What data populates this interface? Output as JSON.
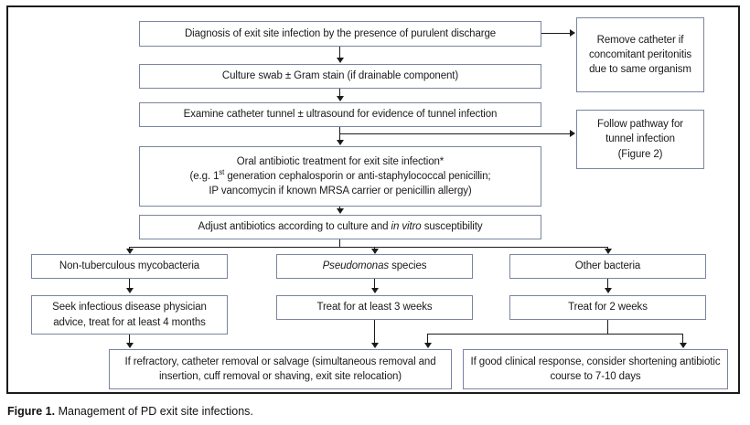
{
  "figure": {
    "caption_label": "Figure 1.",
    "caption_text": "Management of PD exit site infections."
  },
  "colors": {
    "node_border": "#7b84a0",
    "connector": "#1b1b1b",
    "frame": "#1b1b1b",
    "background": "#ffffff",
    "text": "#1a1a1a"
  },
  "nodes": {
    "diagnosis": "Diagnosis of exit site infection by the presence of purulent discharge",
    "culture_swab": "Culture swab ± Gram stain (if drainable component)",
    "examine_tunnel": "Examine catheter tunnel ± ultrasound for evidence of tunnel infection",
    "oral_antibiotic_line1": "Oral antibiotic treatment for exit site infection*",
    "oral_antibiotic_line2_pre": "(e.g. 1",
    "oral_antibiotic_line2_sup": "st",
    "oral_antibiotic_line2_post": " generation cephalosporin or anti-staphylococcal penicillin;",
    "oral_antibiotic_line3": "IP vancomycin if known MRSA carrier or penicillin allergy)",
    "adjust_antibiotics_pre": "Adjust antibiotics according to culture and ",
    "adjust_antibiotics_italic": "in vitro",
    "adjust_antibiotics_post": " susceptibility",
    "remove_catheter": "Remove catheter if concomitant peritonitis due to same organism",
    "follow_pathway_line1": "Follow pathway for",
    "follow_pathway_line2": "tunnel infection",
    "follow_pathway_line3": "(Figure 2)",
    "ntm": "Non-tuberculous mycobacteria",
    "ntm_treatment": "Seek infectious disease physician advice, treat for at least 4 months",
    "pseudomonas_italic": "Pseudomonas",
    "pseudomonas_post": " species",
    "pseudomonas_treatment": "Treat for at least 3 weeks",
    "other_bacteria": "Other bacteria",
    "other_treatment": "Treat for 2 weeks",
    "refractory": "If refractory, catheter removal or salvage (simultaneous removal and insertion, cuff removal or shaving, exit site relocation)",
    "good_response": "If good clinical response, consider shortening antibiotic course to 7-10 days"
  },
  "chart_data": {
    "type": "flowchart",
    "title": "Management of PD exit site infections",
    "orientation": "top-to-bottom",
    "node_list": [
      {
        "id": "diagnosis",
        "label": "Diagnosis of exit site infection by the presence of purulent discharge",
        "column": "main",
        "row": 1
      },
      {
        "id": "remove_catheter",
        "label": "Remove catheter if concomitant peritonitis due to same organism",
        "column": "right",
        "row": 1
      },
      {
        "id": "culture_swab",
        "label": "Culture swab ± Gram stain (if drainable component)",
        "column": "main",
        "row": 2
      },
      {
        "id": "examine_tunnel",
        "label": "Examine catheter tunnel ± ultrasound for evidence of tunnel infection",
        "column": "main",
        "row": 3
      },
      {
        "id": "follow_pathway",
        "label": "Follow pathway for tunnel infection (Figure 2)",
        "column": "right",
        "row": 3
      },
      {
        "id": "oral_antibiotic",
        "label": "Oral antibiotic treatment for exit site infection* (e.g. 1st generation cephalosporin or anti-staphylococcal penicillin; IP vancomycin if known MRSA carrier or penicillin allergy)",
        "column": "main",
        "row": 4
      },
      {
        "id": "adjust_antibiotics",
        "label": "Adjust antibiotics according to culture and in vitro susceptibility",
        "column": "main",
        "row": 5
      },
      {
        "id": "ntm",
        "label": "Non-tuberculous mycobacteria",
        "column": "left",
        "row": 6
      },
      {
        "id": "pseudomonas",
        "label": "Pseudomonas species",
        "column": "center",
        "row": 6
      },
      {
        "id": "other_bacteria",
        "label": "Other bacteria",
        "column": "right",
        "row": 6
      },
      {
        "id": "ntm_treatment",
        "label": "Seek infectious disease physician advice, treat for at least 4 months",
        "column": "left",
        "row": 7
      },
      {
        "id": "pseudomonas_treatment",
        "label": "Treat for at least 3 weeks",
        "column": "center",
        "row": 7
      },
      {
        "id": "other_treatment",
        "label": "Treat for 2 weeks",
        "column": "right",
        "row": 7
      },
      {
        "id": "refractory",
        "label": "If refractory, catheter removal or salvage (simultaneous removal and insertion, cuff removal or shaving, exit site relocation)",
        "column": "left-center",
        "row": 8
      },
      {
        "id": "good_response",
        "label": "If good clinical response, consider shortening antibiotic course to 7-10 days",
        "column": "right",
        "row": 8
      }
    ],
    "edges": [
      {
        "from": "diagnosis",
        "to": "remove_catheter",
        "style": "arrow-right"
      },
      {
        "from": "diagnosis",
        "to": "culture_swab",
        "style": "arrow-down"
      },
      {
        "from": "culture_swab",
        "to": "examine_tunnel",
        "style": "arrow-down"
      },
      {
        "from": "examine_tunnel",
        "to": "follow_pathway",
        "style": "arrow-right"
      },
      {
        "from": "examine_tunnel",
        "to": "oral_antibiotic",
        "style": "arrow-down"
      },
      {
        "from": "oral_antibiotic",
        "to": "adjust_antibiotics",
        "style": "arrow-down"
      },
      {
        "from": "adjust_antibiotics",
        "to": "ntm",
        "style": "arrow-down-branch"
      },
      {
        "from": "adjust_antibiotics",
        "to": "pseudomonas",
        "style": "arrow-down-branch"
      },
      {
        "from": "adjust_antibiotics",
        "to": "other_bacteria",
        "style": "arrow-down-branch"
      },
      {
        "from": "ntm",
        "to": "ntm_treatment",
        "style": "arrow-down"
      },
      {
        "from": "pseudomonas",
        "to": "pseudomonas_treatment",
        "style": "arrow-down"
      },
      {
        "from": "other_bacteria",
        "to": "other_treatment",
        "style": "arrow-down"
      },
      {
        "from": "ntm_treatment",
        "to": "refractory",
        "style": "arrow-down"
      },
      {
        "from": "pseudomonas_treatment",
        "to": "refractory",
        "style": "arrow-down"
      },
      {
        "from": "other_treatment",
        "to": "refractory",
        "style": "arrow-down-branch"
      },
      {
        "from": "other_treatment",
        "to": "good_response",
        "style": "arrow-down-branch"
      }
    ]
  }
}
